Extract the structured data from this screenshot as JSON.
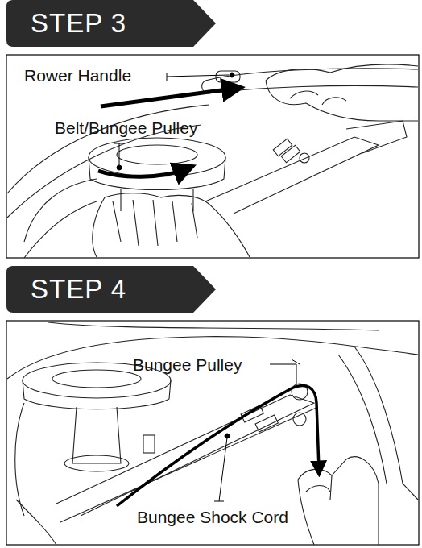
{
  "diagram": {
    "nodes": [
      {
        "text": [
          "STEP 3"
        ]
      },
      {
        "text": [
          "STEP 4"
        ]
      }
    ],
    "labels": [
      "Rower Handle",
      "Belt/Bungee Pulley",
      "Bungee Pulley",
      "Bungee Shock Cord"
    ]
  }
}
